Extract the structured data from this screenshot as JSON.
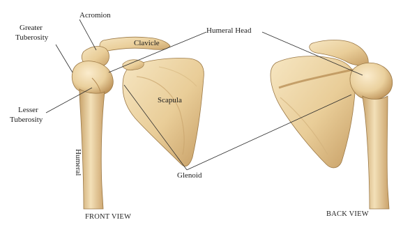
{
  "labels": {
    "acromion": "Acromion",
    "greater_tuberosity_1": "Greater",
    "greater_tuberosity_2": "Tuberosity",
    "clavicle": "Clavicle",
    "humeral_head": "Humeral Head",
    "lesser_tuberosity_1": "Lesser",
    "lesser_tuberosity_2": "Tuberosity",
    "scapula": "Scapula",
    "humerus": "Humeral",
    "glenoid": "Glenoid"
  },
  "views": {
    "front": "FRONT VIEW",
    "back": "BACK VIEW"
  },
  "colors": {
    "bone_light": "#f1dcae",
    "bone_mid": "#e2c28a",
    "bone_shadow": "#b98f58",
    "bone_outline": "#8a6a3c",
    "leader_line": "#2a2a2a"
  }
}
